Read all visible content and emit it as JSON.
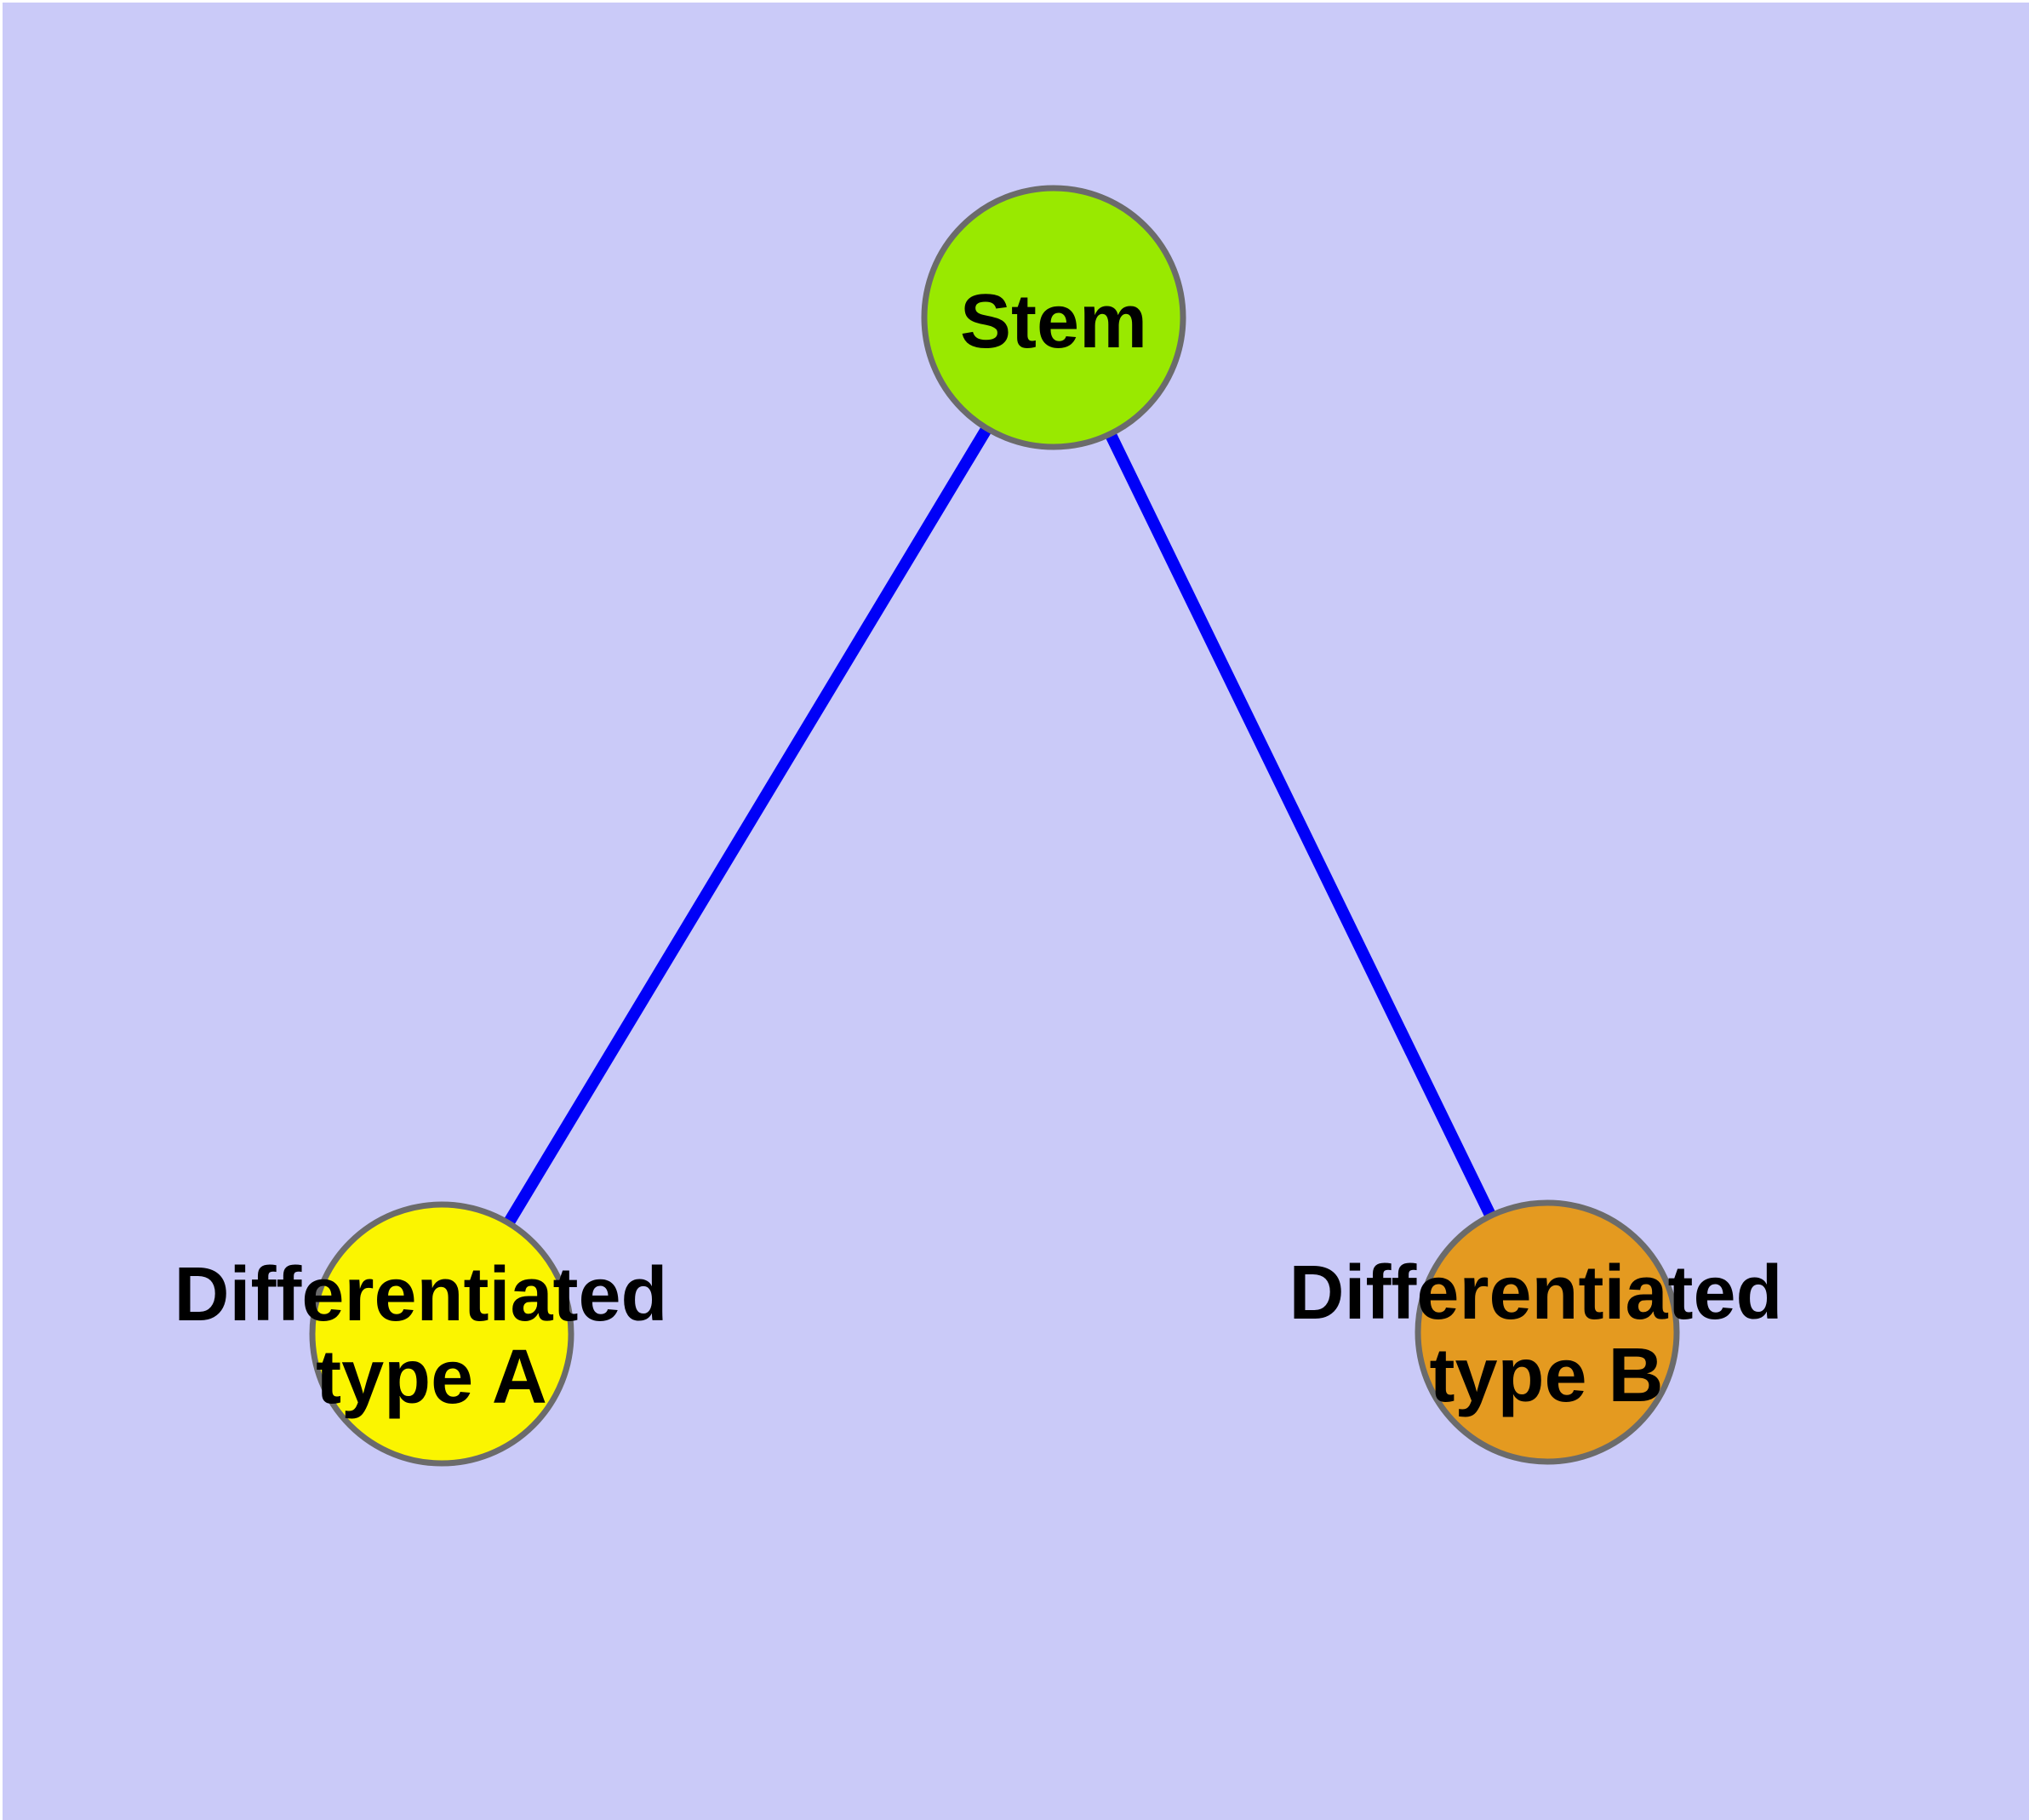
{
  "figure": {
    "description": "Undirected graph of stem cell differentiation with one parent node and two child nodes",
    "background": "#CACAF8",
    "frame_color": "#FFFFFF",
    "edge_color": "#0000F8",
    "edge_width": 14,
    "node_stroke": "#6B6B6B",
    "node_stroke_width": 7,
    "label_color": "#000000",
    "label_font_size": 90,
    "nodes": [
      {
        "id": "stem",
        "label": "Stem",
        "lines": [
          "Stem"
        ],
        "fill": "#99E900"
      },
      {
        "id": "differentiated-type-a",
        "label": "Differentiated type A",
        "lines": [
          "Differentiated",
          "type A"
        ],
        "fill": "#FBF500"
      },
      {
        "id": "differentiated-type-b",
        "label": "Differentiated type B",
        "lines": [
          "Differentiated",
          "type B"
        ],
        "fill": "#E49A20"
      }
    ],
    "edges": [
      {
        "from": "stem",
        "to": "differentiated-type-a"
      },
      {
        "from": "stem",
        "to": "differentiated-type-b"
      }
    ]
  }
}
